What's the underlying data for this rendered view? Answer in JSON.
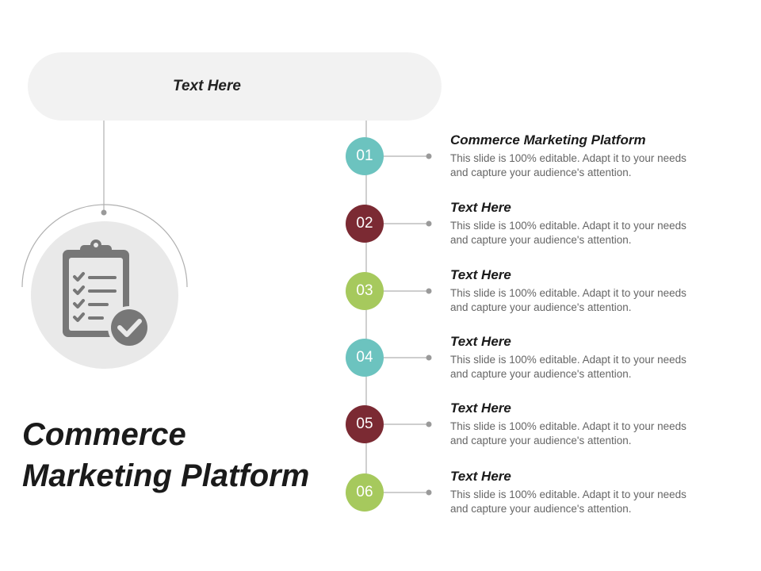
{
  "top_label": "Text Here",
  "title_line1": "Commerce",
  "title_line2": "Marketing Platform",
  "icon": "clipboard-checklist-icon",
  "colors": {
    "teal": "#6cc3bf",
    "maroon": "#7b2a33",
    "green": "#a6c95d",
    "pill_bg": "#f2f2f2",
    "icon_bg": "#e9e9e9",
    "icon_fill": "#777777",
    "connector": "#b0b0b0"
  },
  "items": [
    {
      "number": "01",
      "heading": "Commerce Marketing Platform",
      "desc_line1": "This slide is 100% editable. Adapt it to your needs",
      "desc_line2": "and capture your audience's attention.",
      "color": "#6cc3bf"
    },
    {
      "number": "02",
      "heading": "Text Here",
      "desc_line1": "This slide is 100% editable. Adapt it to your needs",
      "desc_line2": "and capture your audience's attention.",
      "color": "#7b2a33"
    },
    {
      "number": "03",
      "heading": "Text Here",
      "desc_line1": "This slide is 100% editable. Adapt it to your needs",
      "desc_line2": "and capture your audience's attention.",
      "color": "#a6c95d"
    },
    {
      "number": "04",
      "heading": "Text Here",
      "desc_line1": "This slide is 100% editable. Adapt it to your needs",
      "desc_line2": "and capture your audience's attention.",
      "color": "#6cc3bf"
    },
    {
      "number": "05",
      "heading": "Text Here",
      "desc_line1": "This slide is 100% editable. Adapt it to your needs",
      "desc_line2": "and capture your audience's attention.",
      "color": "#7b2a33"
    },
    {
      "number": "06",
      "heading": "Text Here",
      "desc_line1": "This slide is 100% editable. Adapt it to your needs",
      "desc_line2": "and capture your audience's attention.",
      "color": "#a6c95d"
    }
  ]
}
